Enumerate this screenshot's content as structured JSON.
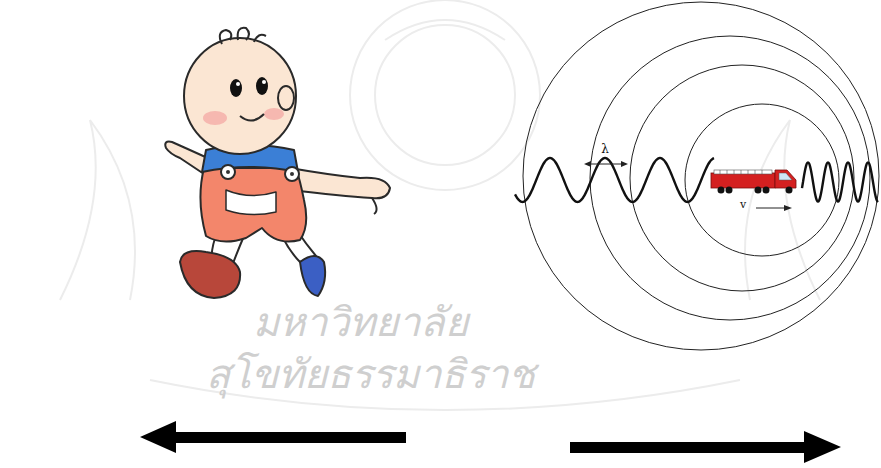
{
  "diagram": {
    "labels": [
      "λ",
      "v",
      "มหาวิทยาลัย",
      "สุโขทัยธรรมาธิราช"
    ]
  }
}
